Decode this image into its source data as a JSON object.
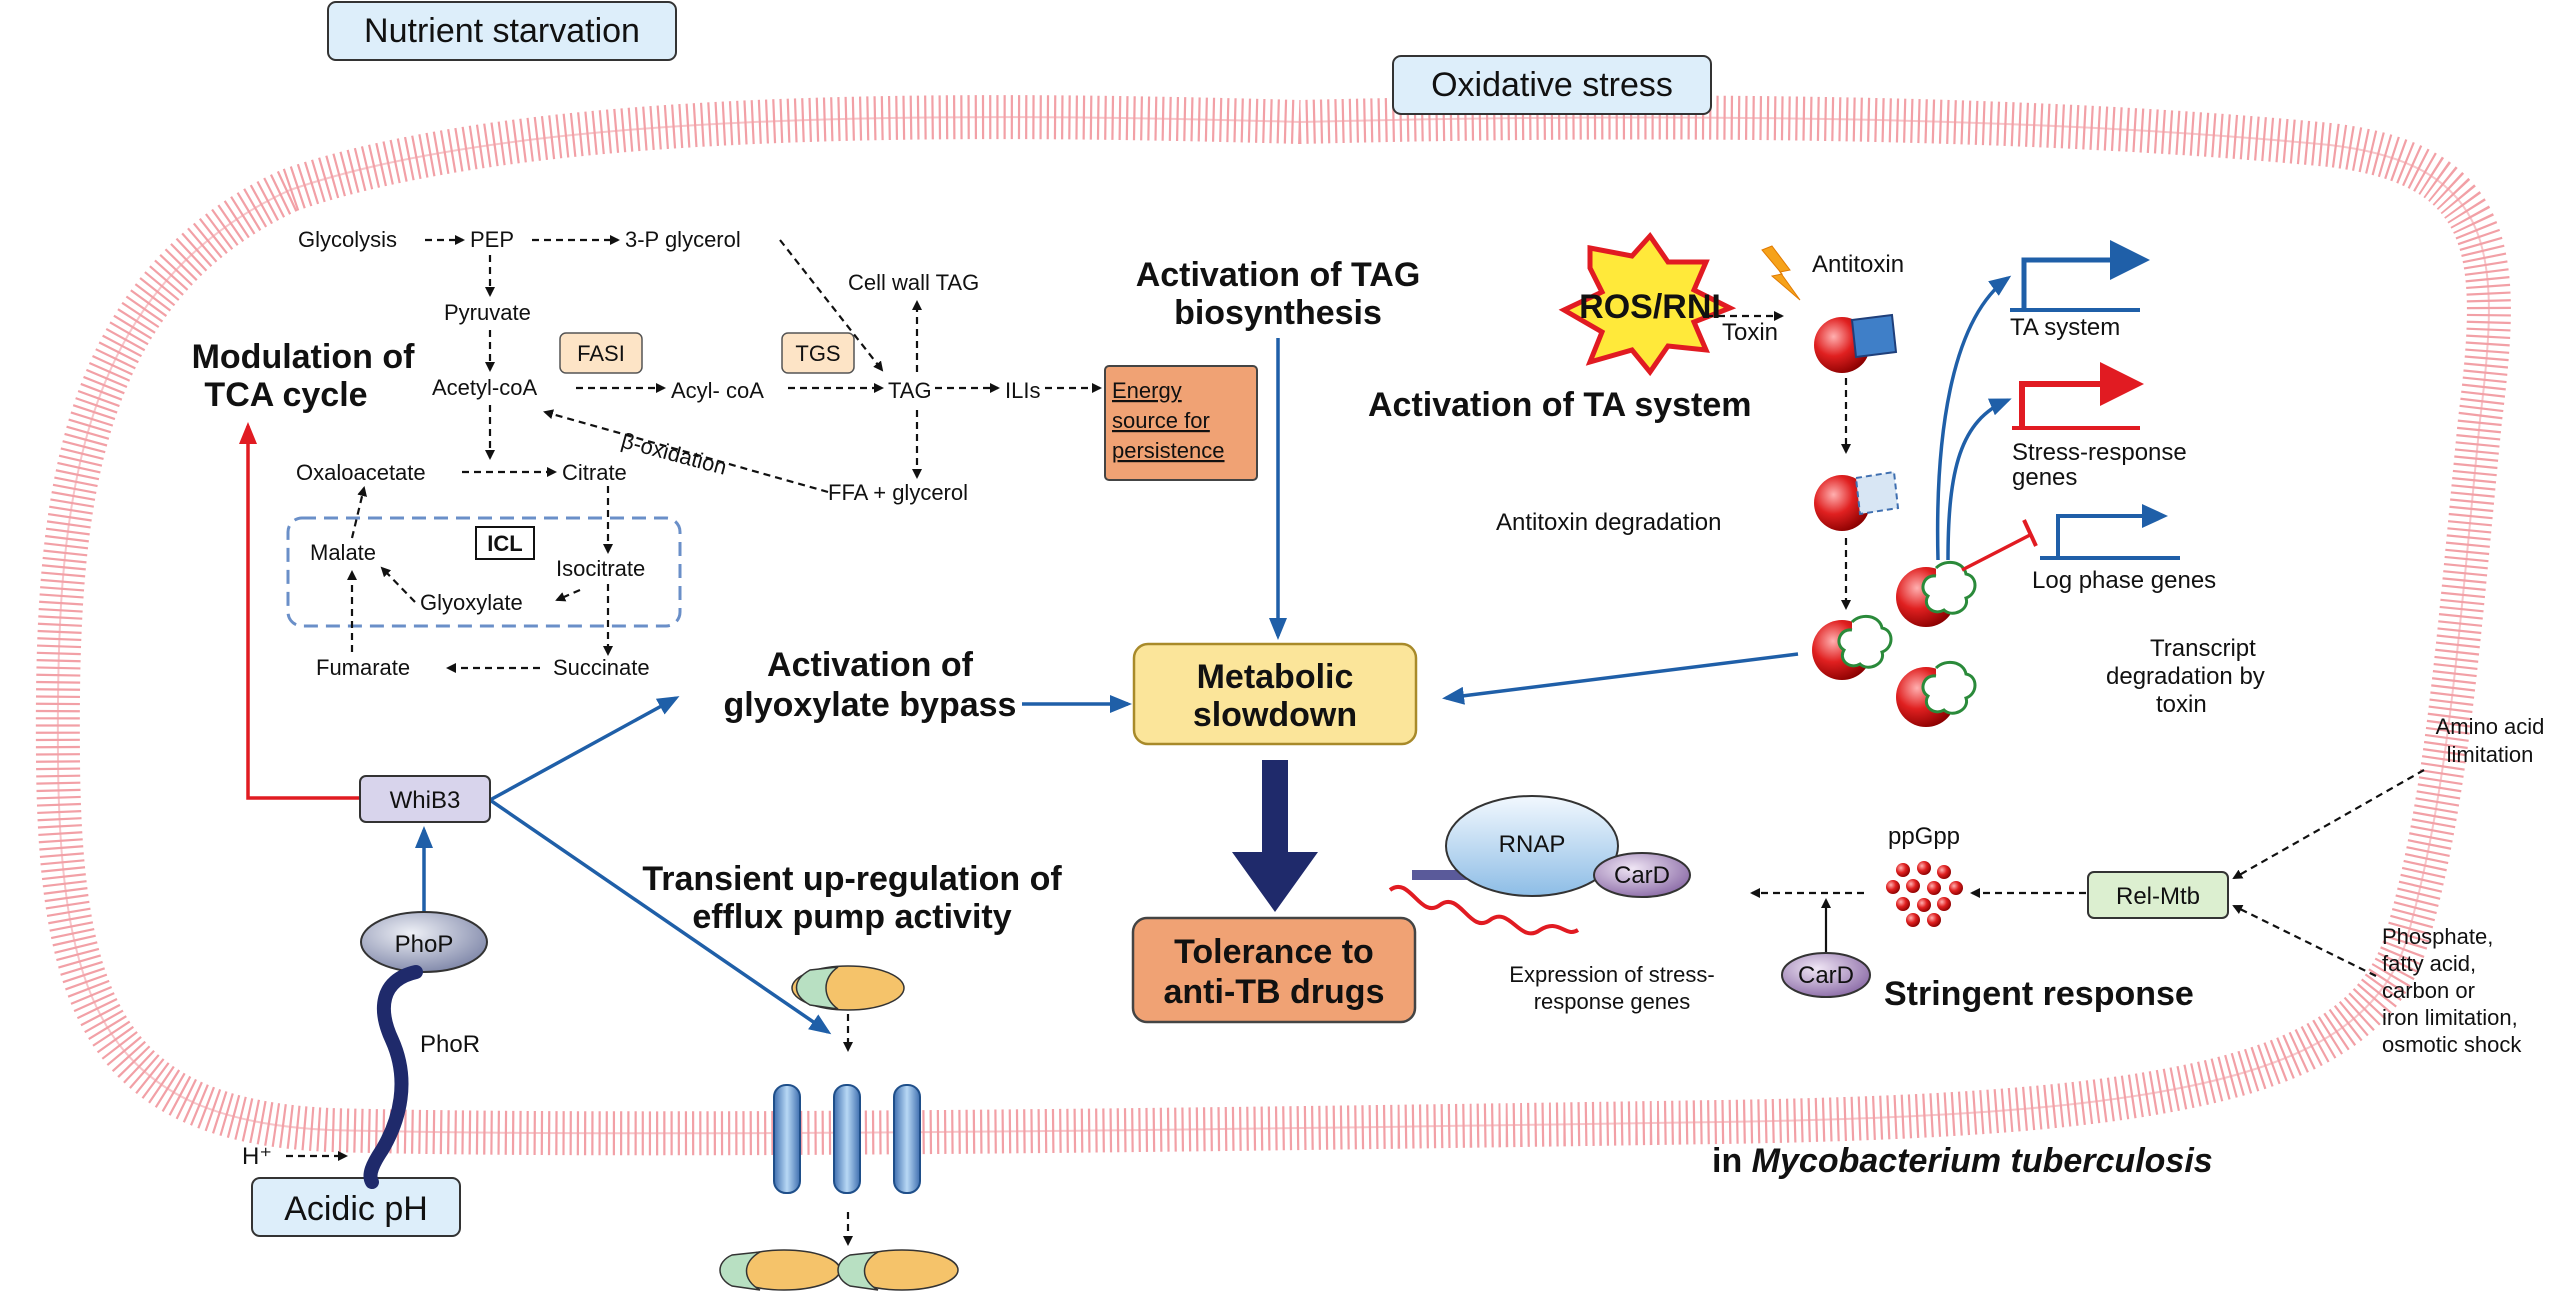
{
  "conditions": {
    "nutrient_starvation": "Nutrient starvation",
    "oxidative_stress": "Oxidative stress",
    "acidic_ph": "Acidic pH"
  },
  "metabolism": {
    "glycolysis": "Glycolysis",
    "pep": "PEP",
    "p3_glycerol": "3-P glycerol",
    "pyruvate": "Pyruvate",
    "cell_wall_tag": "Cell wall TAG",
    "fasi": "FASI",
    "tgs": "TGS",
    "acetyl_coa": "Acetyl-coA",
    "acyl_coa": "Acyl- coA",
    "tag": "TAG",
    "ilis": "ILIs",
    "energy_source": [
      "Energy",
      "source for",
      "persistence"
    ],
    "beta_oxidation": "β-oxidation",
    "ffa_glycerol": "FFA + glycerol",
    "oxaloacetate": "Oxaloacetate",
    "citrate": "Citrate",
    "icl": "ICL",
    "malate": "Malate",
    "isocitrate": "Isocitrate",
    "glyoxylate": "Glyoxylate",
    "fumarate": "Fumarate",
    "succinate": "Succinate"
  },
  "labels": {
    "modulation_tca": [
      "Modulation of",
      "TCA cycle"
    ],
    "activation_tag": [
      "Activation of TAG",
      "biosynthesis"
    ],
    "activation_glyoxylate": [
      "Activation of",
      "glyoxylate bypass"
    ],
    "metabolic_slowdown": [
      "Metabolic",
      "slowdown"
    ],
    "tolerance": [
      "Tolerance to",
      "anti-TB drugs"
    ],
    "transient_efflux": [
      "Transient up-regulation of",
      "efflux pump activity"
    ],
    "whib3": "WhiB3",
    "phop": "PhoP",
    "phor": "PhoR",
    "h_plus": "H⁺",
    "ros_rni": "ROS/RNI",
    "antitoxin": "Antitoxin",
    "toxin": "Toxin",
    "activation_ta": "Activation of TA system",
    "antitoxin_degradation": "Antitoxin degradation",
    "ta_system": "TA system",
    "stress_response_genes": [
      "Stress-response",
      "genes"
    ],
    "log_phase_genes": "Log phase genes",
    "transcript_degradation": [
      "Transcript",
      "degradation by",
      "toxin"
    ],
    "rnap": "RNAP",
    "card": "CarD",
    "card2": "CarD",
    "ppgpp": "ppGpp",
    "rel_mtb": "Rel-Mtb",
    "expression_stress": [
      "Expression of stress-",
      "response genes"
    ],
    "stringent_response": "Stringent response",
    "amino_acid": [
      "Amino acid",
      "limitation"
    ],
    "phosphate": [
      "Phosphate,",
      "fatty acid,",
      "carbon or",
      "iron limitation,",
      "osmotic shock"
    ],
    "in_mtb_prefix": "in ",
    "in_mtb_species": "Mycobacterium tuberculosis"
  },
  "colors": {
    "blue_arrow": "#1f5fa8",
    "red_arrow": "#e11b22",
    "membrane": "#f2a0a6",
    "condition_box": "#ddeefa",
    "orange_box": "#f0a274",
    "yellow_box": "#fbe59a",
    "dark_navy": "#1f2a6b"
  }
}
